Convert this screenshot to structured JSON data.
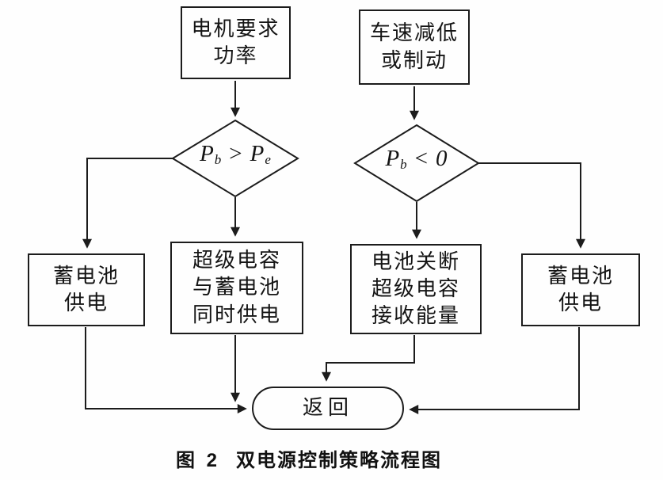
{
  "colors": {
    "ink": "#1c1c1c",
    "background": "#fefefe"
  },
  "nodes": {
    "motor_power": {
      "lines": [
        "电机要求",
        "功率"
      ]
    },
    "speed_brake": {
      "lines": [
        "车速减低",
        "或制动"
      ]
    },
    "decision_left": {
      "lhs": "P",
      "lhs_sub": "b",
      "op": ">",
      "rhs": "P",
      "rhs_sub": "e"
    },
    "decision_right": {
      "lhs": "P",
      "lhs_sub": "b",
      "op": "<",
      "rhs": "0",
      "rhs_sub": ""
    },
    "battery_left": {
      "lines": [
        "蓄电池",
        "供电"
      ]
    },
    "cap_battery": {
      "lines": [
        "超级电容",
        "与蓄电池",
        "同时供电"
      ]
    },
    "battery_off": {
      "lines": [
        "电池关断",
        "超级电容",
        "接收能量"
      ]
    },
    "battery_right": {
      "lines": [
        "蓄电池",
        "供电"
      ]
    },
    "return_pill": {
      "label": "返回"
    }
  },
  "caption": {
    "label": "图 2",
    "text": "双电源控制策略流程图"
  }
}
